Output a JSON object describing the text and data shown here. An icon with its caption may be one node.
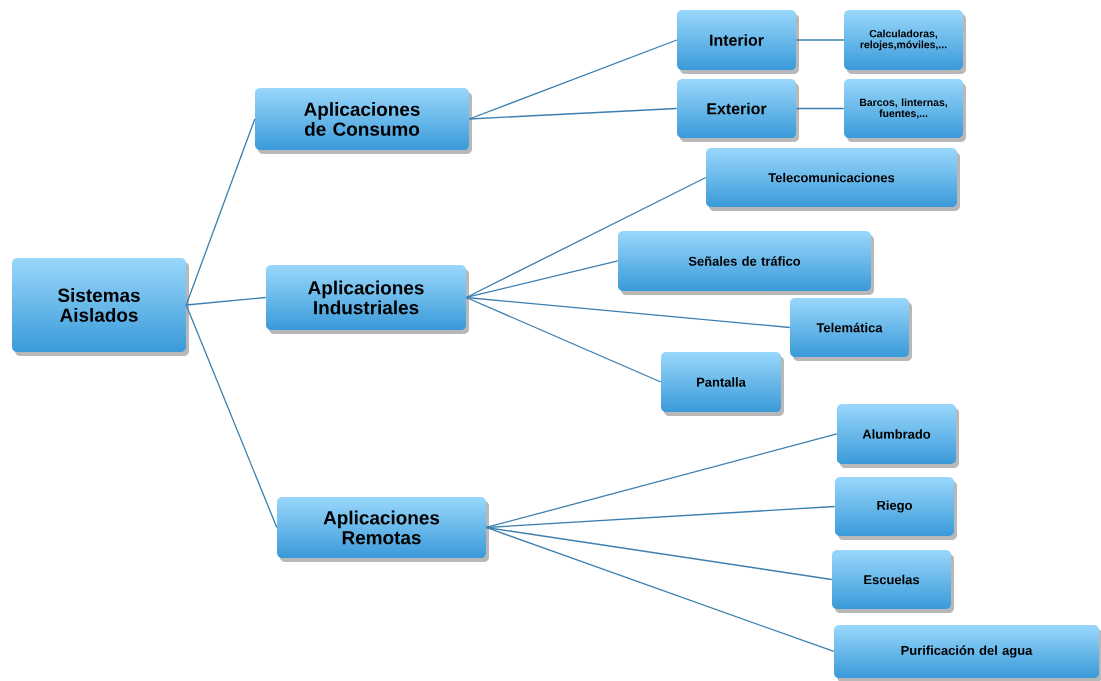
{
  "diagram": {
    "nodes": [
      {
        "text": [
          "Sistemas Aislados"
        ]
      },
      {
        "text": [
          "Aplicaciones de Consumo"
        ]
      },
      {
        "text": [
          "Aplicaciones Industriales"
        ]
      },
      {
        "text": [
          "Aplicaciones Remotas"
        ]
      },
      {
        "text": [
          "Interior"
        ]
      },
      {
        "text": [
          "Calculadoras, relojes,móviles,..."
        ]
      },
      {
        "text": [
          "Exterior"
        ]
      },
      {
        "text": [
          "Barcos, linternas, fuentes,..."
        ]
      },
      {
        "text": [
          "Telecomunicaciones"
        ]
      },
      {
        "text": [
          "Señales de tráfico"
        ]
      },
      {
        "text": [
          "Telemática"
        ]
      },
      {
        "text": [
          "Pantalla"
        ]
      },
      {
        "text": [
          "Alumbrado"
        ]
      },
      {
        "text": [
          "Riego"
        ]
      },
      {
        "text": [
          "Escuelas"
        ]
      },
      {
        "text": [
          "Purificación del agua"
        ]
      }
    ],
    "edges": [
      {
        "from": 0,
        "to": 1,
        "arrow": "none"
      },
      {
        "from": 0,
        "to": 2,
        "arrow": "none"
      },
      {
        "from": 0,
        "to": 3,
        "arrow": "none"
      },
      {
        "from": 1,
        "to": 4,
        "arrow": "none"
      },
      {
        "from": 1,
        "to": 6,
        "arrow": "none"
      },
      {
        "from": 4,
        "to": 5,
        "arrow": "none"
      },
      {
        "from": 6,
        "to": 7,
        "arrow": "none"
      },
      {
        "from": 2,
        "to": 8,
        "arrow": "none"
      },
      {
        "from": 2,
        "to": 9,
        "arrow": "none"
      },
      {
        "from": 2,
        "to": 10,
        "arrow": "none"
      },
      {
        "from": 2,
        "to": 11,
        "arrow": "none"
      },
      {
        "from": 3,
        "to": 12,
        "arrow": "none"
      },
      {
        "from": 3,
        "to": 13,
        "arrow": "none"
      },
      {
        "from": 3,
        "to": 14,
        "arrow": "none"
      },
      {
        "from": 3,
        "to": 15,
        "arrow": "none"
      }
    ]
  }
}
